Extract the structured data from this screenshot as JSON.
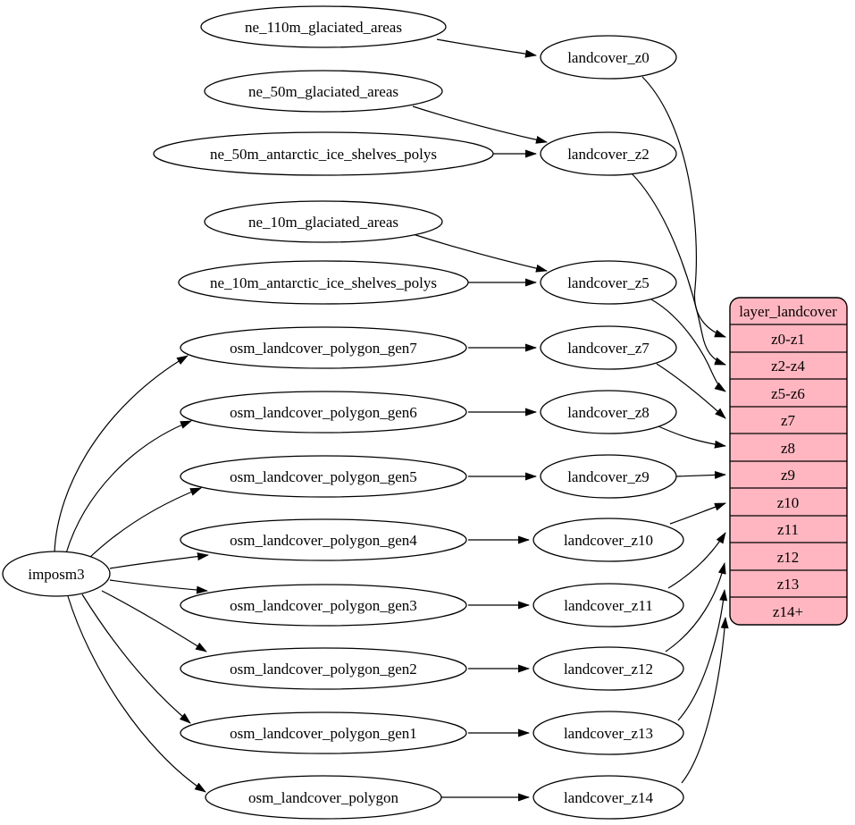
{
  "diagram": {
    "background": "#ffffff",
    "node_fill": "#ffffff",
    "node_stroke": "#000000",
    "edge_color": "#000000",
    "table_fill": "#ffb6c1",
    "text_color": "#000000"
  },
  "nodes": {
    "importer": {
      "label": "imposm3"
    },
    "sources": [
      {
        "label": "ne_110m_glaciated_areas"
      },
      {
        "label": "ne_50m_glaciated_areas"
      },
      {
        "label": "ne_50m_antarctic_ice_shelves_polys"
      },
      {
        "label": "ne_10m_glaciated_areas"
      },
      {
        "label": "ne_10m_antarctic_ice_shelves_polys"
      },
      {
        "label": "osm_landcover_polygon_gen7"
      },
      {
        "label": "osm_landcover_polygon_gen6"
      },
      {
        "label": "osm_landcover_polygon_gen5"
      },
      {
        "label": "osm_landcover_polygon_gen4"
      },
      {
        "label": "osm_landcover_polygon_gen3"
      },
      {
        "label": "osm_landcover_polygon_gen2"
      },
      {
        "label": "osm_landcover_polygon_gen1"
      },
      {
        "label": "osm_landcover_polygon"
      }
    ],
    "landcover": [
      {
        "label": "landcover_z0"
      },
      {
        "label": "landcover_z2"
      },
      {
        "label": "landcover_z5"
      },
      {
        "label": "landcover_z7"
      },
      {
        "label": "landcover_z8"
      },
      {
        "label": "landcover_z9"
      },
      {
        "label": "landcover_z10"
      },
      {
        "label": "landcover_z11"
      },
      {
        "label": "landcover_z12"
      },
      {
        "label": "landcover_z13"
      },
      {
        "label": "landcover_z14"
      }
    ]
  },
  "table": {
    "header": "layer_landcover",
    "rows": [
      "z0-z1",
      "z2-z4",
      "z5-z6",
      "z7",
      "z8",
      "z9",
      "z10",
      "z11",
      "z12",
      "z13",
      "z14+"
    ]
  },
  "edges": [
    {
      "from": "ne_110m_glaciated_areas",
      "to": "landcover_z0"
    },
    {
      "from": "ne_50m_glaciated_areas",
      "to": "landcover_z2"
    },
    {
      "from": "ne_50m_antarctic_ice_shelves_polys",
      "to": "landcover_z2"
    },
    {
      "from": "ne_10m_glaciated_areas",
      "to": "landcover_z5"
    },
    {
      "from": "ne_10m_antarctic_ice_shelves_polys",
      "to": "landcover_z5"
    },
    {
      "from": "osm_landcover_polygon_gen7",
      "to": "landcover_z7"
    },
    {
      "from": "osm_landcover_polygon_gen6",
      "to": "landcover_z8"
    },
    {
      "from": "osm_landcover_polygon_gen5",
      "to": "landcover_z9"
    },
    {
      "from": "osm_landcover_polygon_gen4",
      "to": "landcover_z10"
    },
    {
      "from": "osm_landcover_polygon_gen3",
      "to": "landcover_z11"
    },
    {
      "from": "osm_landcover_polygon_gen2",
      "to": "landcover_z12"
    },
    {
      "from": "osm_landcover_polygon_gen1",
      "to": "landcover_z13"
    },
    {
      "from": "osm_landcover_polygon",
      "to": "landcover_z14"
    },
    {
      "from": "imposm3",
      "to": "osm_landcover_polygon_gen7"
    },
    {
      "from": "imposm3",
      "to": "osm_landcover_polygon_gen6"
    },
    {
      "from": "imposm3",
      "to": "osm_landcover_polygon_gen5"
    },
    {
      "from": "imposm3",
      "to": "osm_landcover_polygon_gen4"
    },
    {
      "from": "imposm3",
      "to": "osm_landcover_polygon_gen3"
    },
    {
      "from": "imposm3",
      "to": "osm_landcover_polygon_gen2"
    },
    {
      "from": "imposm3",
      "to": "osm_landcover_polygon_gen1"
    },
    {
      "from": "imposm3",
      "to": "osm_landcover_polygon"
    },
    {
      "from": "landcover_z0",
      "to": "layer_landcover:z0-z1"
    },
    {
      "from": "landcover_z2",
      "to": "layer_landcover:z2-z4"
    },
    {
      "from": "landcover_z5",
      "to": "layer_landcover:z5-z6"
    },
    {
      "from": "landcover_z7",
      "to": "layer_landcover:z7"
    },
    {
      "from": "landcover_z8",
      "to": "layer_landcover:z8"
    },
    {
      "from": "landcover_z9",
      "to": "layer_landcover:z9"
    },
    {
      "from": "landcover_z10",
      "to": "layer_landcover:z10"
    },
    {
      "from": "landcover_z11",
      "to": "layer_landcover:z11"
    },
    {
      "from": "landcover_z12",
      "to": "layer_landcover:z12"
    },
    {
      "from": "landcover_z13",
      "to": "layer_landcover:z13"
    },
    {
      "from": "landcover_z14",
      "to": "layer_landcover:z14+"
    }
  ]
}
